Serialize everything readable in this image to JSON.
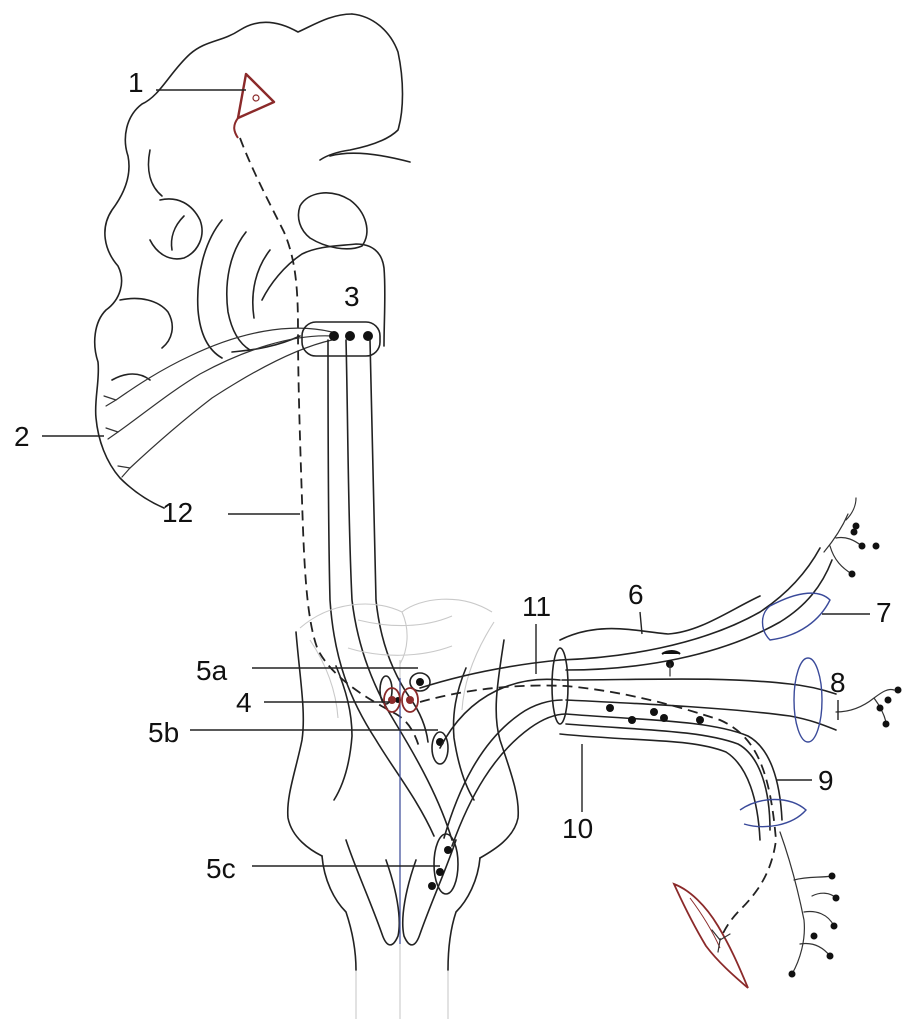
{
  "labels": {
    "l1": "1",
    "l2": "2",
    "l3": "3",
    "l4": "4",
    "l5a": "5a",
    "l5b": "5b",
    "l5c": "5c",
    "l6": "6",
    "l7": "7",
    "l8": "8",
    "l9": "9",
    "l10": "10",
    "l11": "11",
    "l12": "12"
  },
  "colors": {
    "line": "#222222",
    "faint_outline": "#c9c9c9",
    "neuron_red": "#8b2a2a",
    "ganglion_blue": "#3a4a9a"
  }
}
